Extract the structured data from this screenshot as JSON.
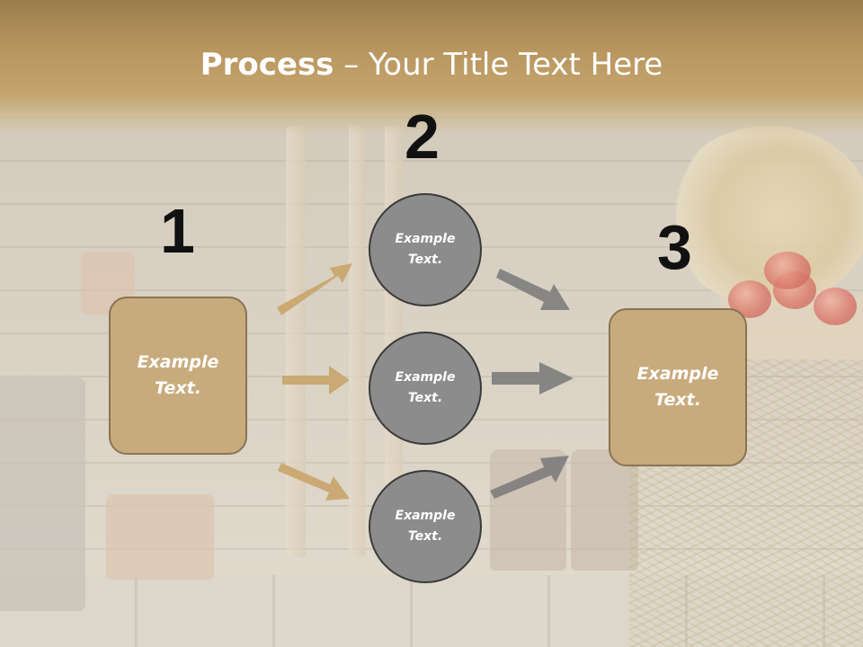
{
  "title": {
    "bold": "Process",
    "rest": " – Your Title Text Here"
  },
  "numbers": [
    "1",
    "2",
    "3"
  ],
  "left_box": {
    "text": "Example Text."
  },
  "right_box": {
    "text": "Example Text."
  },
  "circles": [
    {
      "text": "Example Text."
    },
    {
      "text": "Example Text."
    },
    {
      "text": "Example Text."
    }
  ],
  "colors": {
    "header": "#b8955f",
    "box_fill": "#c8ab7c",
    "circle_fill": "#8c8c8c",
    "tan_arrow": "#c9a46a",
    "gray_arrow": "#7d7d7d"
  }
}
